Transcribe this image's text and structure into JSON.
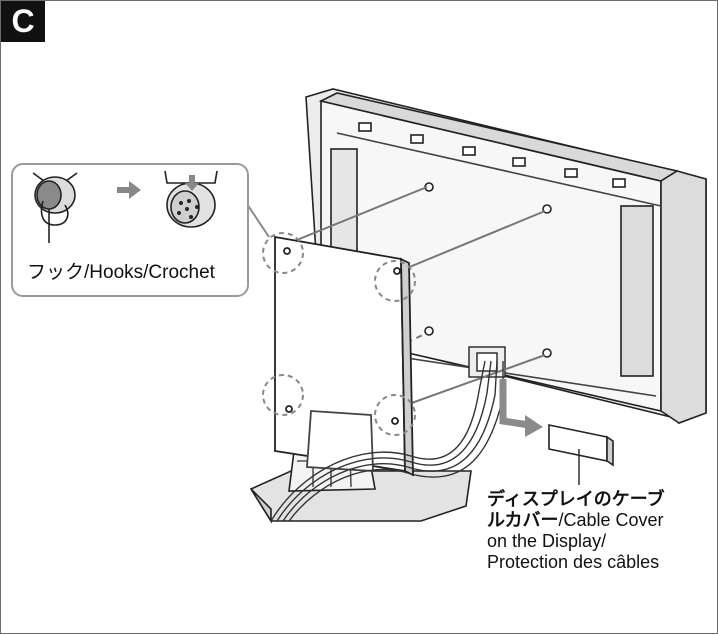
{
  "section": {
    "letter": "C"
  },
  "inset": {
    "label_jp": "フック",
    "label_en": "/Hooks/Crochet"
  },
  "callout": {
    "line1_jp": "ディスプレイのケーブ",
    "line2_jp": "ルカバー",
    "line2_en": "/Cable Cover",
    "line3": "on the Display/",
    "line4": "Protection des câbles"
  },
  "icons": [
    "hook-icon",
    "arrow-right-icon",
    "hook-attached-icon",
    "tv-rear-illustration",
    "stand-illustration",
    "cable-cover-illustration"
  ]
}
